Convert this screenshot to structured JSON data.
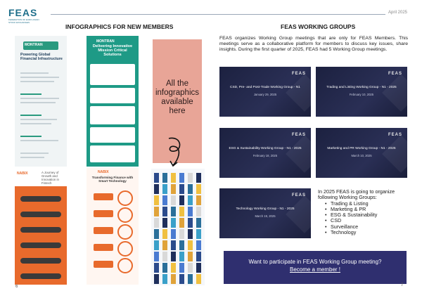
{
  "header": {
    "logo": "FEAS",
    "logo_sub": "FEDERATION OF EURO-ASIAN STOCK EXCHANGES",
    "date": "April 2025"
  },
  "left": {
    "heading": "INFOGRAPHICS FOR NEW MEMBERS",
    "montran1": {
      "brand": "MONTRAN",
      "title": "Powering Global Financial Infrastructure"
    },
    "montran2": {
      "brand": "MONTRAN",
      "title": "Delivering Innovative Mission Critical Solutions"
    },
    "all_infographics": "All the infographics available here",
    "nabix1": {
      "brand": "NABIX",
      "tagline": "A Journey of Growth and Innovation in Fintech"
    },
    "nabix2": {
      "brand": "NABIX",
      "title": "Transforming Finance with Smart Technology"
    },
    "page_number": "6"
  },
  "right": {
    "heading": "FEAS WORKING GROUPS",
    "intro": "FEAS organizes Working Group meetings that are only for FEAS Members. This meetings serve as a collaborative platform for members to discuss key issues, share insights. During the first quarter of 2025, FEAS had 5 Working Group meetings.",
    "videos": [
      {
        "brand": "FEAS",
        "title": "CSD, Pre- and Post-Trade Working Group - N1",
        "date": "January 29, 2025"
      },
      {
        "brand": "FEAS",
        "title": "Trading and Listing Working Group - N1 - 2025",
        "date": "February 10, 2025"
      },
      {
        "brand": "FEAS",
        "title": "ESG & Sustainability Working Group - N1 - 2025",
        "date": "February 18, 2025"
      },
      {
        "brand": "FEAS",
        "title": "Marketing and PR Working Group - N1 - 2025",
        "date": "March 10, 2025"
      },
      {
        "brand": "FEAS",
        "title": "Technology Working Group - N1 - 2025",
        "date": "March 19, 2025"
      }
    ],
    "plan_intro": "In 2025 FEAS is going to organize following Working Groups:",
    "groups": [
      "Trading & Listing",
      "Marketing & PR",
      "ESG & Sustainability",
      "CSD",
      "Surveillance",
      "Technology"
    ],
    "cta_line1": "Want to participate in FEAS Working Group meeting?",
    "cta_line2": "Become a member !",
    "page_number": "7"
  },
  "colors": {
    "teal": "#1e9a86",
    "orange": "#e86a2c",
    "salmon": "#e8a597",
    "navy": "#2f2f6f",
    "video_bg": "#1c2140"
  }
}
